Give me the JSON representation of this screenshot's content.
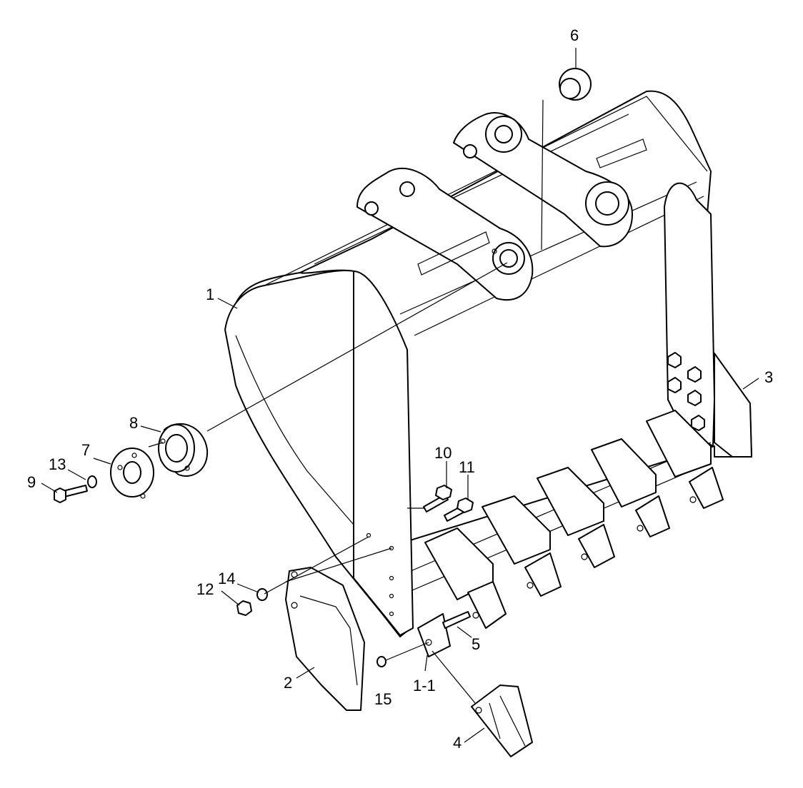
{
  "callouts": {
    "c1": "1",
    "c1_1": "1-1",
    "c2": "2",
    "c3": "3",
    "c4": "4",
    "c5": "5",
    "c6": "6",
    "c7": "7",
    "c8": "8",
    "c9": "9",
    "c10": "10",
    "c11": "11",
    "c12": "12",
    "c13": "13",
    "c14": "14",
    "c15": "15"
  }
}
